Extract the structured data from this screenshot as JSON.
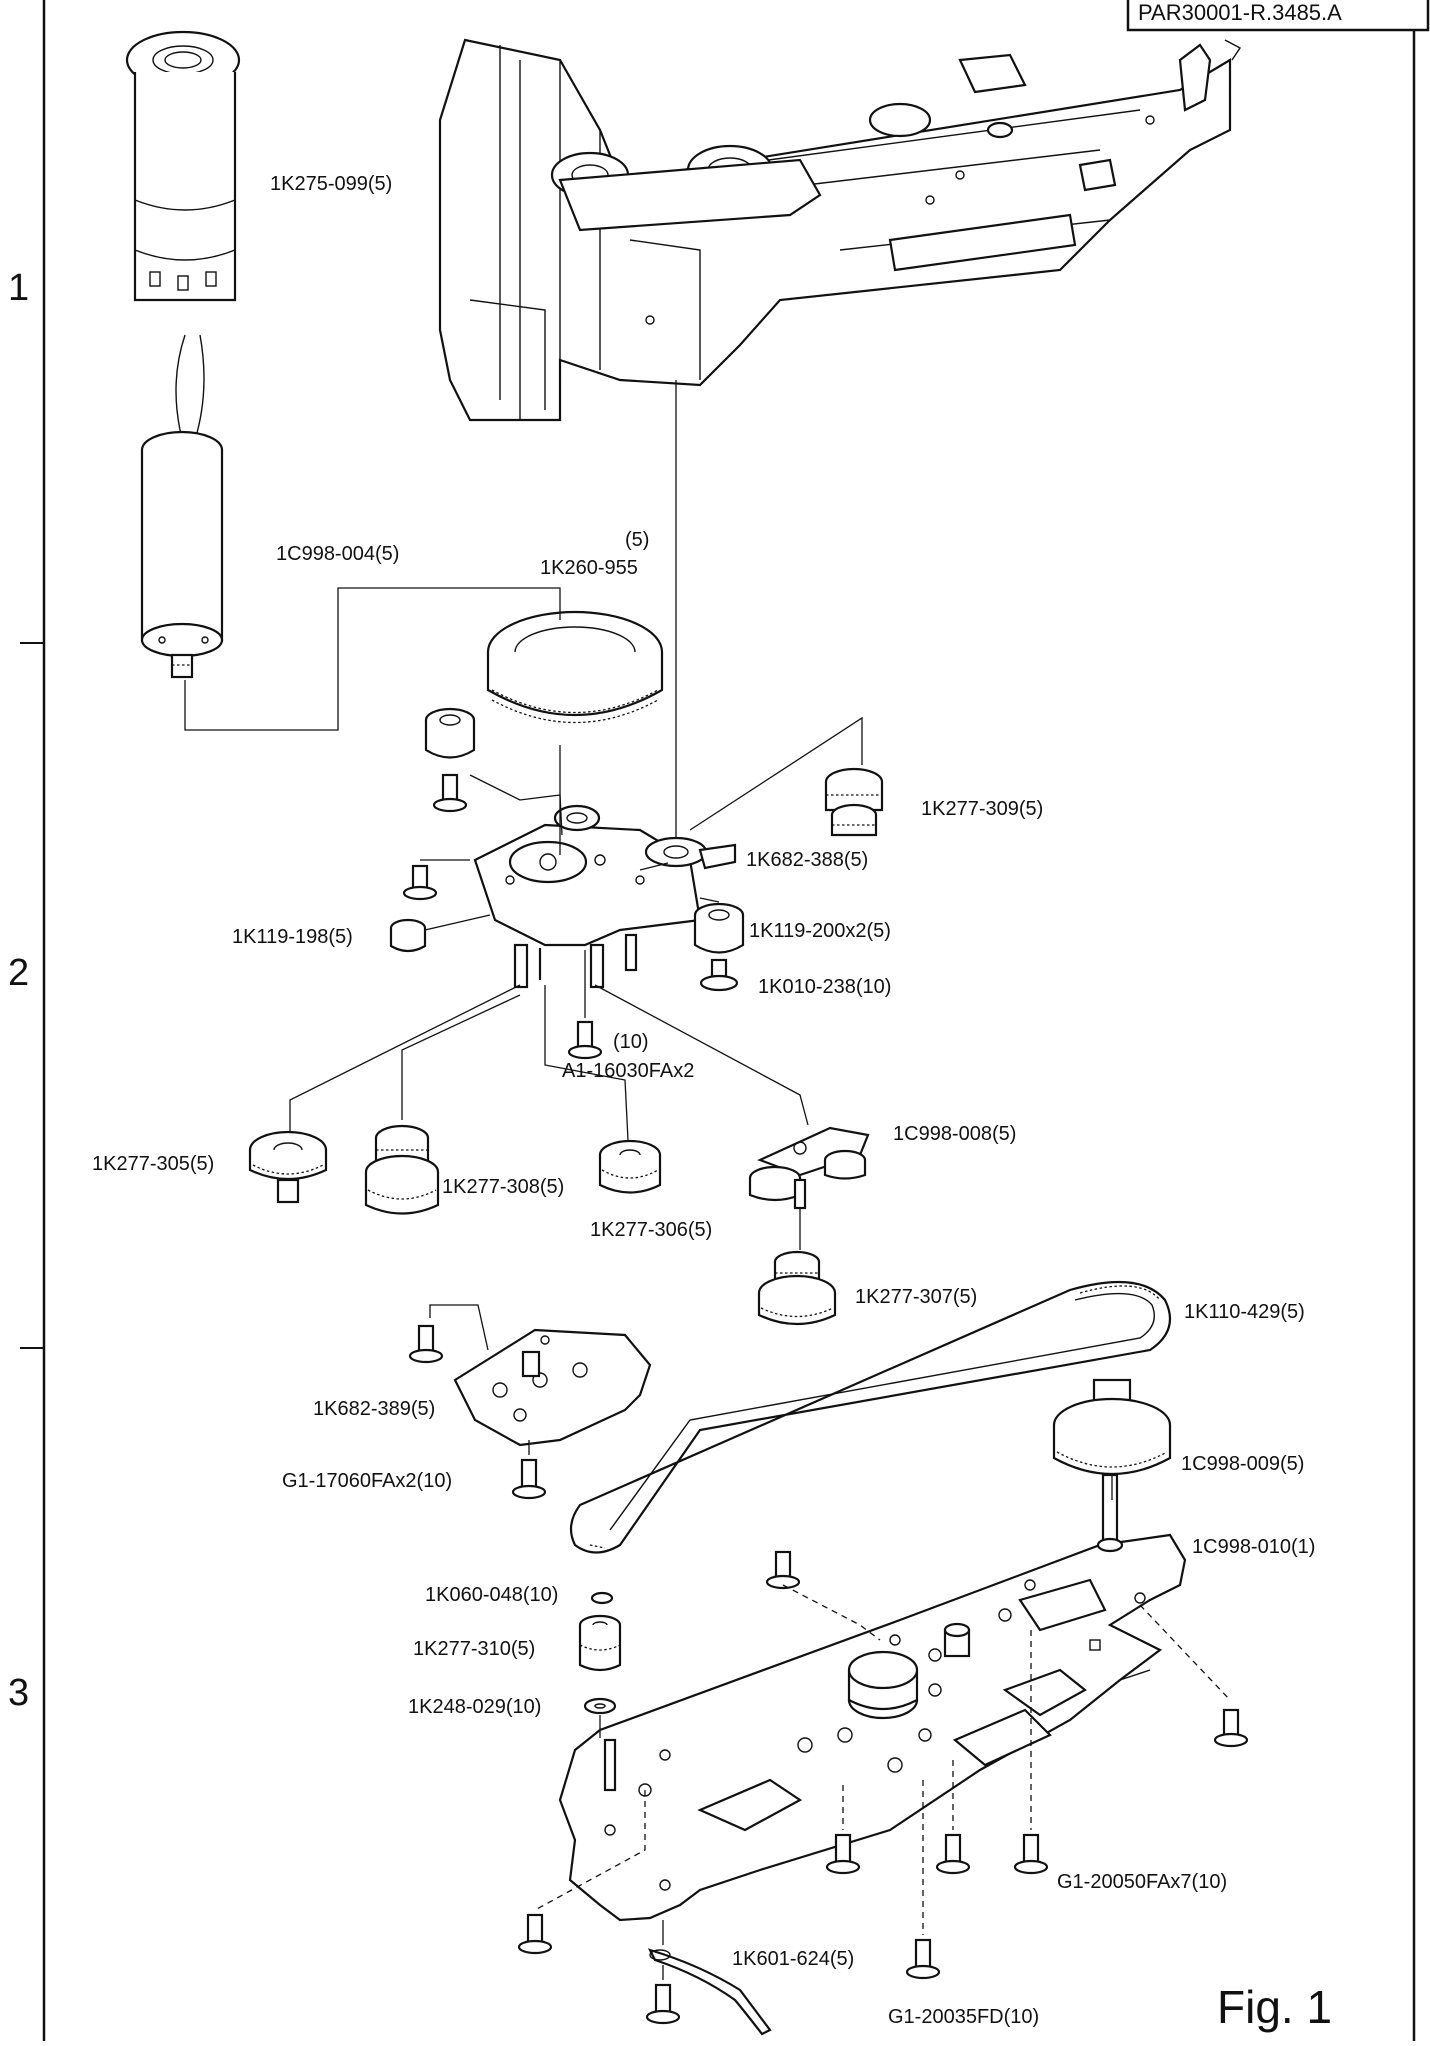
{
  "document": {
    "ref_box": "PAR30001-R.3485.A",
    "figure_label": "Fig. 1",
    "zones": [
      "1",
      "2",
      "3"
    ]
  },
  "parts": {
    "motor_housing": "1K275-099(5)",
    "motor": "1C998-004(5)",
    "ring_gear_qty": "(5)",
    "ring_gear": "1K260-955",
    "gear_309": "1K277-309(5)",
    "plate_388": "1K682-388(5)",
    "damper_198": "1K119-198(5)",
    "damper_200": "1K119-200x2(5)",
    "washer_238": "1K010-238(10)",
    "screw_a1_qty": "(10)",
    "screw_a1": "A1-16030FAx2",
    "gear_305": "1K277-305(5)",
    "gear_308": "1K277-308(5)",
    "gear_306": "1K277-306(5)",
    "lever_008": "1C998-008(5)",
    "gear_307": "1K277-307(5)",
    "belt": "1K110-429(5)",
    "plate_389": "1K682-389(5)",
    "screw_g1_17060": "G1-17060FAx2(10)",
    "pulley_009": "1C998-009(5)",
    "base_plate": "1C998-010(1)",
    "clip_048": "1K060-048(10)",
    "gear_310": "1K277-310(5)",
    "washer_029": "1K248-029(10)",
    "screw_g1_20050": "G1-20050FAx7(10)",
    "spring_624": "1K601-624(5)",
    "screw_g1_20035": "G1-20035FD(10)"
  }
}
